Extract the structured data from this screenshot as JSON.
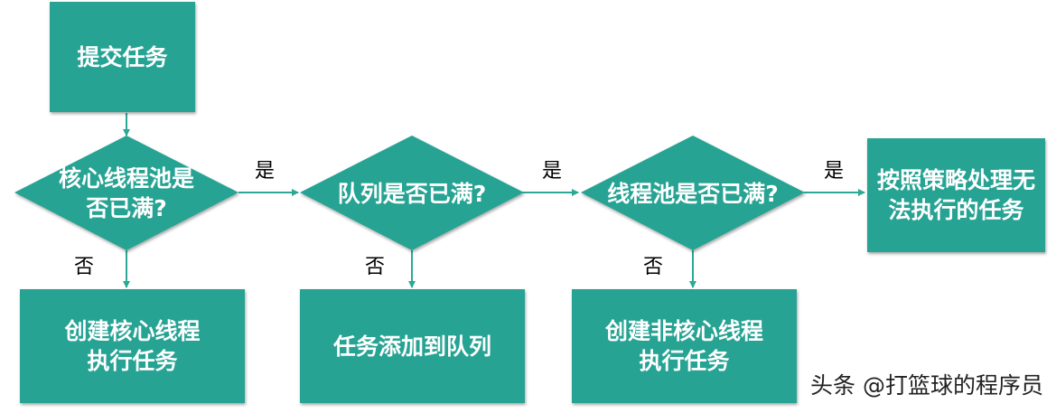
{
  "nodes": {
    "submit": "提交任务",
    "core_full": "核心线程池是\n否已满?",
    "queue_full": "队列是否已满?",
    "pool_full": "线程池是否已满?",
    "reject": "按照策略处理无\n法执行的任务",
    "create_core": "创建核心线程\n执行任务",
    "add_queue": "任务添加到队列",
    "create_noncore": "创建非核心线程\n执行任务"
  },
  "edge_labels": {
    "yes": "是",
    "no": "否"
  },
  "watermark": "头条 @打篮球的程序员",
  "colors": {
    "node_fill": "#26a393",
    "arrow": "#2ba896",
    "node_text": "#ffffff"
  }
}
